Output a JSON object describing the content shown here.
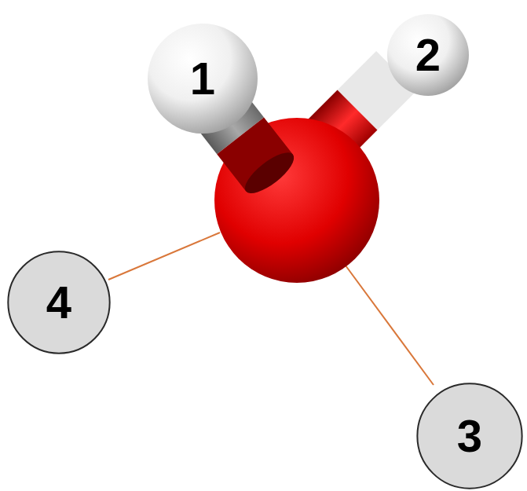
{
  "diagram": {
    "nodes": [
      {
        "text": [
          "1"
        ]
      },
      {
        "text": [
          "2"
        ]
      },
      {
        "text": [
          "4"
        ]
      },
      {
        "text": [
          "3"
        ]
      }
    ]
  }
}
